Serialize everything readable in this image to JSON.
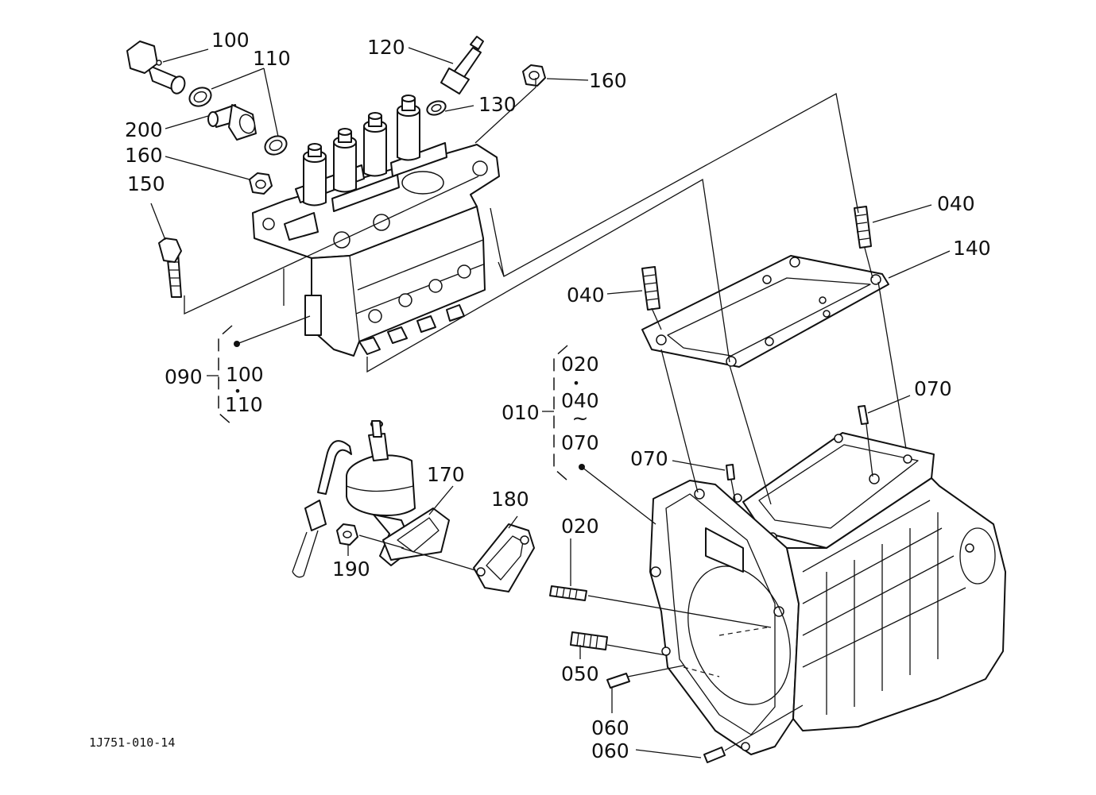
{
  "diagram_code": "1J751-010-14",
  "callouts": {
    "c100a": "100",
    "c110a": "110",
    "c120": "120",
    "c160a": "160",
    "c130": "130",
    "c200": "200",
    "c160b": "160",
    "c150": "150",
    "c040a": "040",
    "c140": "140",
    "c040b": "040",
    "c090": "090",
    "c100b": "100",
    "c110b": "110",
    "c020a": "020",
    "c040c": "040",
    "c010": "010",
    "c070a": "070",
    "c070b": "070",
    "c070c": "070",
    "c170": "170",
    "c180": "180",
    "c020b": "020",
    "c190": "190",
    "c050": "050",
    "c060a": "060",
    "c060b": "060"
  },
  "range_separator": "~",
  "set_separator": "•"
}
